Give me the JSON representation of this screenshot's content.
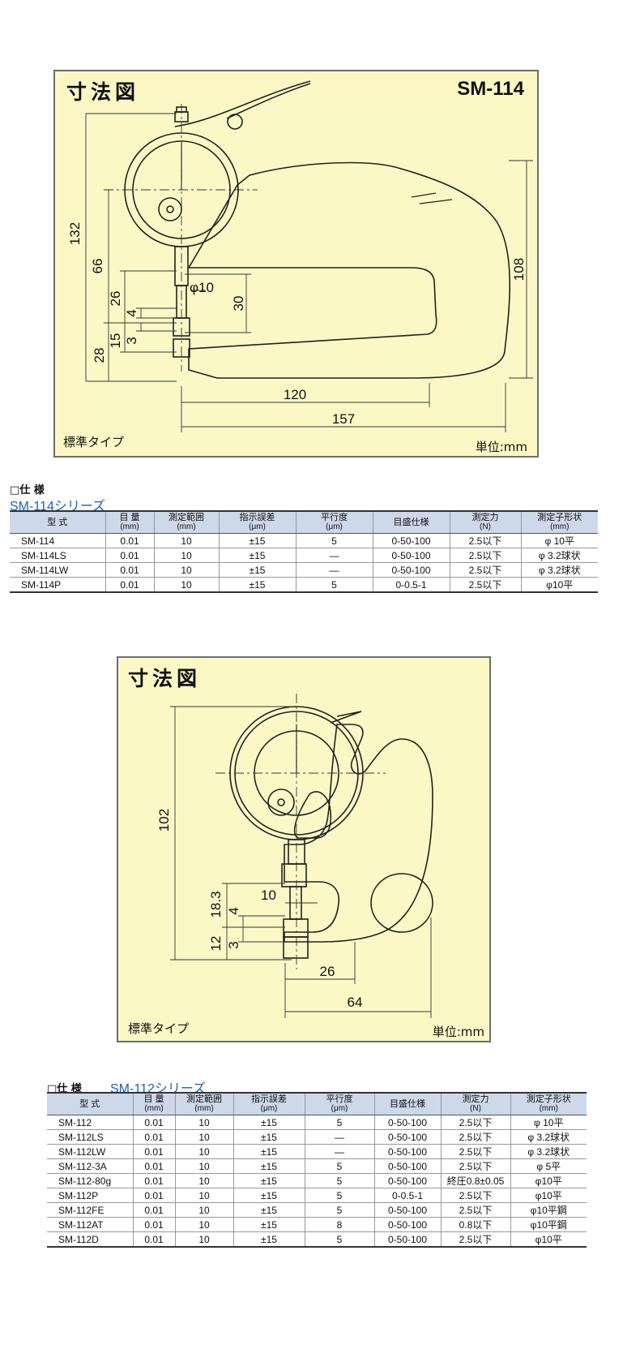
{
  "diagram1": {
    "title": "寸法図",
    "model": "SM-114",
    "type_label": "標準タイプ",
    "unit_label": "単位:mm",
    "dims": {
      "d132": "132",
      "d66": "66",
      "d26": "26",
      "d4": "4",
      "d15": "15",
      "d3": "3",
      "d28": "28",
      "d10": "φ10",
      "d30": "30",
      "d108": "108",
      "d120": "120",
      "d157": "157"
    }
  },
  "spec1": {
    "heading": "□仕 様",
    "series": "SM-114シリーズ",
    "headers": [
      {
        "main": "型 式",
        "sub": ""
      },
      {
        "main": "目 量",
        "sub": "(mm)"
      },
      {
        "main": "測定範囲",
        "sub": "(mm)"
      },
      {
        "main": "指示誤差",
        "sub": "(μm)"
      },
      {
        "main": "平行度",
        "sub": "(μm)"
      },
      {
        "main": "目盛仕様",
        "sub": ""
      },
      {
        "main": "測定力",
        "sub": "(N)"
      },
      {
        "main": "測定子形状",
        "sub": "(mm)"
      }
    ],
    "rows": [
      [
        "SM-114",
        "0.01",
        "10",
        "±15",
        "5",
        "0-50-100",
        "2.5以下",
        "φ 10平"
      ],
      [
        "SM-114LS",
        "0.01",
        "10",
        "±15",
        "—",
        "0-50-100",
        "2.5以下",
        "φ 3.2球状"
      ],
      [
        "SM-114LW",
        "0.01",
        "10",
        "±15",
        "—",
        "0-50-100",
        "2.5以下",
        "φ 3.2球状"
      ],
      [
        "SM-114P",
        "0.01",
        "10",
        "±15",
        "5",
        "0-0.5-1",
        "2.5以下",
        "φ10平"
      ]
    ]
  },
  "diagram2": {
    "title": "寸法図",
    "type_label": "標準タイプ",
    "unit_label": "単位:mm",
    "dims": {
      "d102": "102",
      "d10": "10",
      "d183": "18.3",
      "d4": "4",
      "d12": "12",
      "d3": "3",
      "d26": "26",
      "d64": "64"
    }
  },
  "spec2": {
    "heading": "□仕 様",
    "series": "SM-112シリーズ",
    "headers": [
      {
        "main": "型 式",
        "sub": ""
      },
      {
        "main": "目 量",
        "sub": "(mm)"
      },
      {
        "main": "測定範囲",
        "sub": "(mm)"
      },
      {
        "main": "指示誤差",
        "sub": "(μm)"
      },
      {
        "main": "平行度",
        "sub": "(μm)"
      },
      {
        "main": "目盛仕様",
        "sub": ""
      },
      {
        "main": "測定力",
        "sub": "(N)"
      },
      {
        "main": "測定子形状",
        "sub": "(mm)"
      }
    ],
    "rows": [
      [
        "SM-112",
        "0.01",
        "10",
        "±15",
        "5",
        "0-50-100",
        "2.5以下",
        "φ 10平"
      ],
      [
        "SM-112LS",
        "0.01",
        "10",
        "±15",
        "—",
        "0-50-100",
        "2.5以下",
        "φ 3.2球状"
      ],
      [
        "SM-112LW",
        "0.01",
        "10",
        "±15",
        "—",
        "0-50-100",
        "2.5以下",
        "φ 3.2球状"
      ],
      [
        "SM-112-3A",
        "0.01",
        "10",
        "±15",
        "5",
        "0-50-100",
        "2.5以下",
        "φ 5平"
      ],
      [
        "SM-112-80g",
        "0.01",
        "10",
        "±15",
        "5",
        "0-50-100",
        "終圧0.8±0.05",
        "φ10平"
      ],
      [
        "SM-112P",
        "0.01",
        "10",
        "±15",
        "5",
        "0-0.5-1",
        "2.5以下",
        "φ10平"
      ],
      [
        "SM-112FE",
        "0.01",
        "10",
        "±15",
        "5",
        "0-50-100",
        "2.5以下",
        "φ10平鋼"
      ],
      [
        "SM-112AT",
        "0.01",
        "10",
        "±15",
        "8",
        "0-50-100",
        "0.8以下",
        "φ10平鋼"
      ],
      [
        "SM-112D",
        "0.01",
        "10",
        "±15",
        "5",
        "0-50-100",
        "2.5以下",
        "φ10平"
      ]
    ]
  }
}
